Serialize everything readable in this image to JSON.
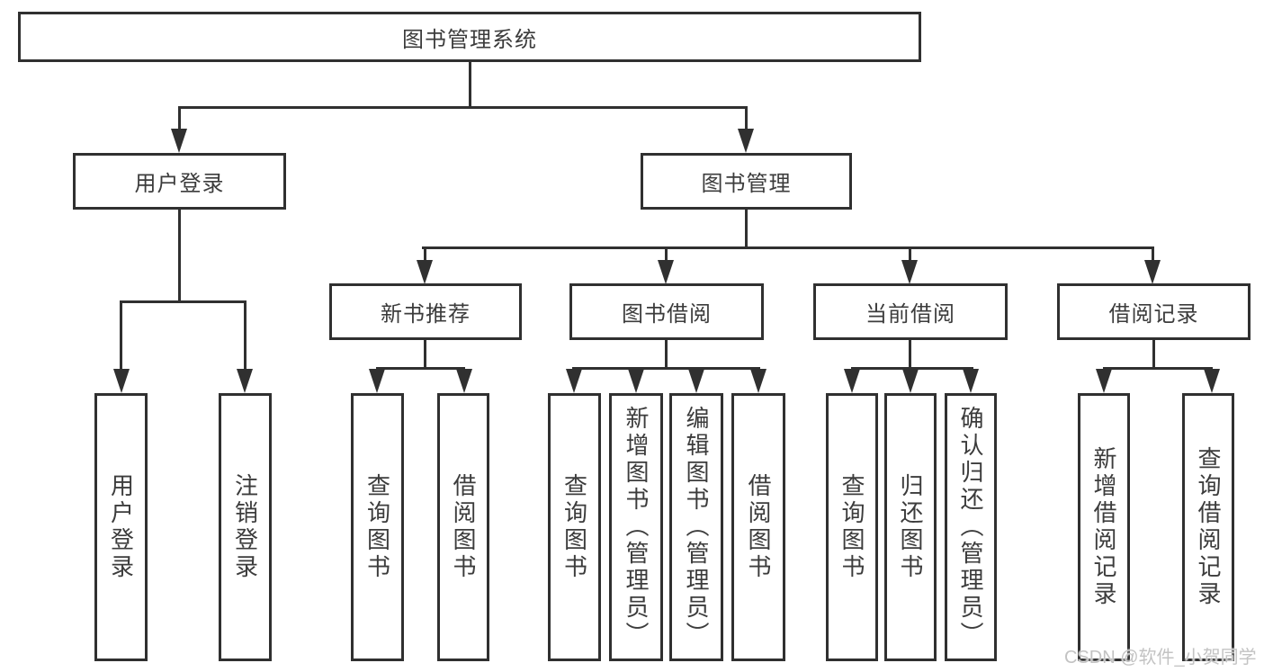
{
  "diagram": {
    "root": {
      "label": "图书管理系统"
    },
    "user_login": {
      "label": "用户登录",
      "children": {
        "login": "用户登录",
        "logout": "注销登录"
      }
    },
    "book_manage": {
      "label": "图书管理",
      "new_book": {
        "label": "新书推荐",
        "children": {
          "query": "查询图书",
          "borrow": "借阅图书"
        }
      },
      "book_borrow": {
        "label": "图书借阅",
        "children": {
          "query": "查询图书",
          "add": "新增图书（管理员）",
          "edit": "编辑图书（管理员）",
          "borrow": "借阅图书"
        }
      },
      "current_borrow": {
        "label": "当前借阅",
        "children": {
          "query": "查询图书",
          "return": "归还图书",
          "confirm": "确认归还（管理员）"
        }
      },
      "borrow_record": {
        "label": "借阅记录",
        "children": {
          "add": "新增借阅记录",
          "query": "查询借阅记录"
        }
      }
    }
  },
  "watermark": "CSDN @软件_小贺同学",
  "colors": {
    "line": "#303030",
    "text": "#3c3c3c",
    "watermark": "#c3c3c3",
    "background": "#ffffff"
  }
}
